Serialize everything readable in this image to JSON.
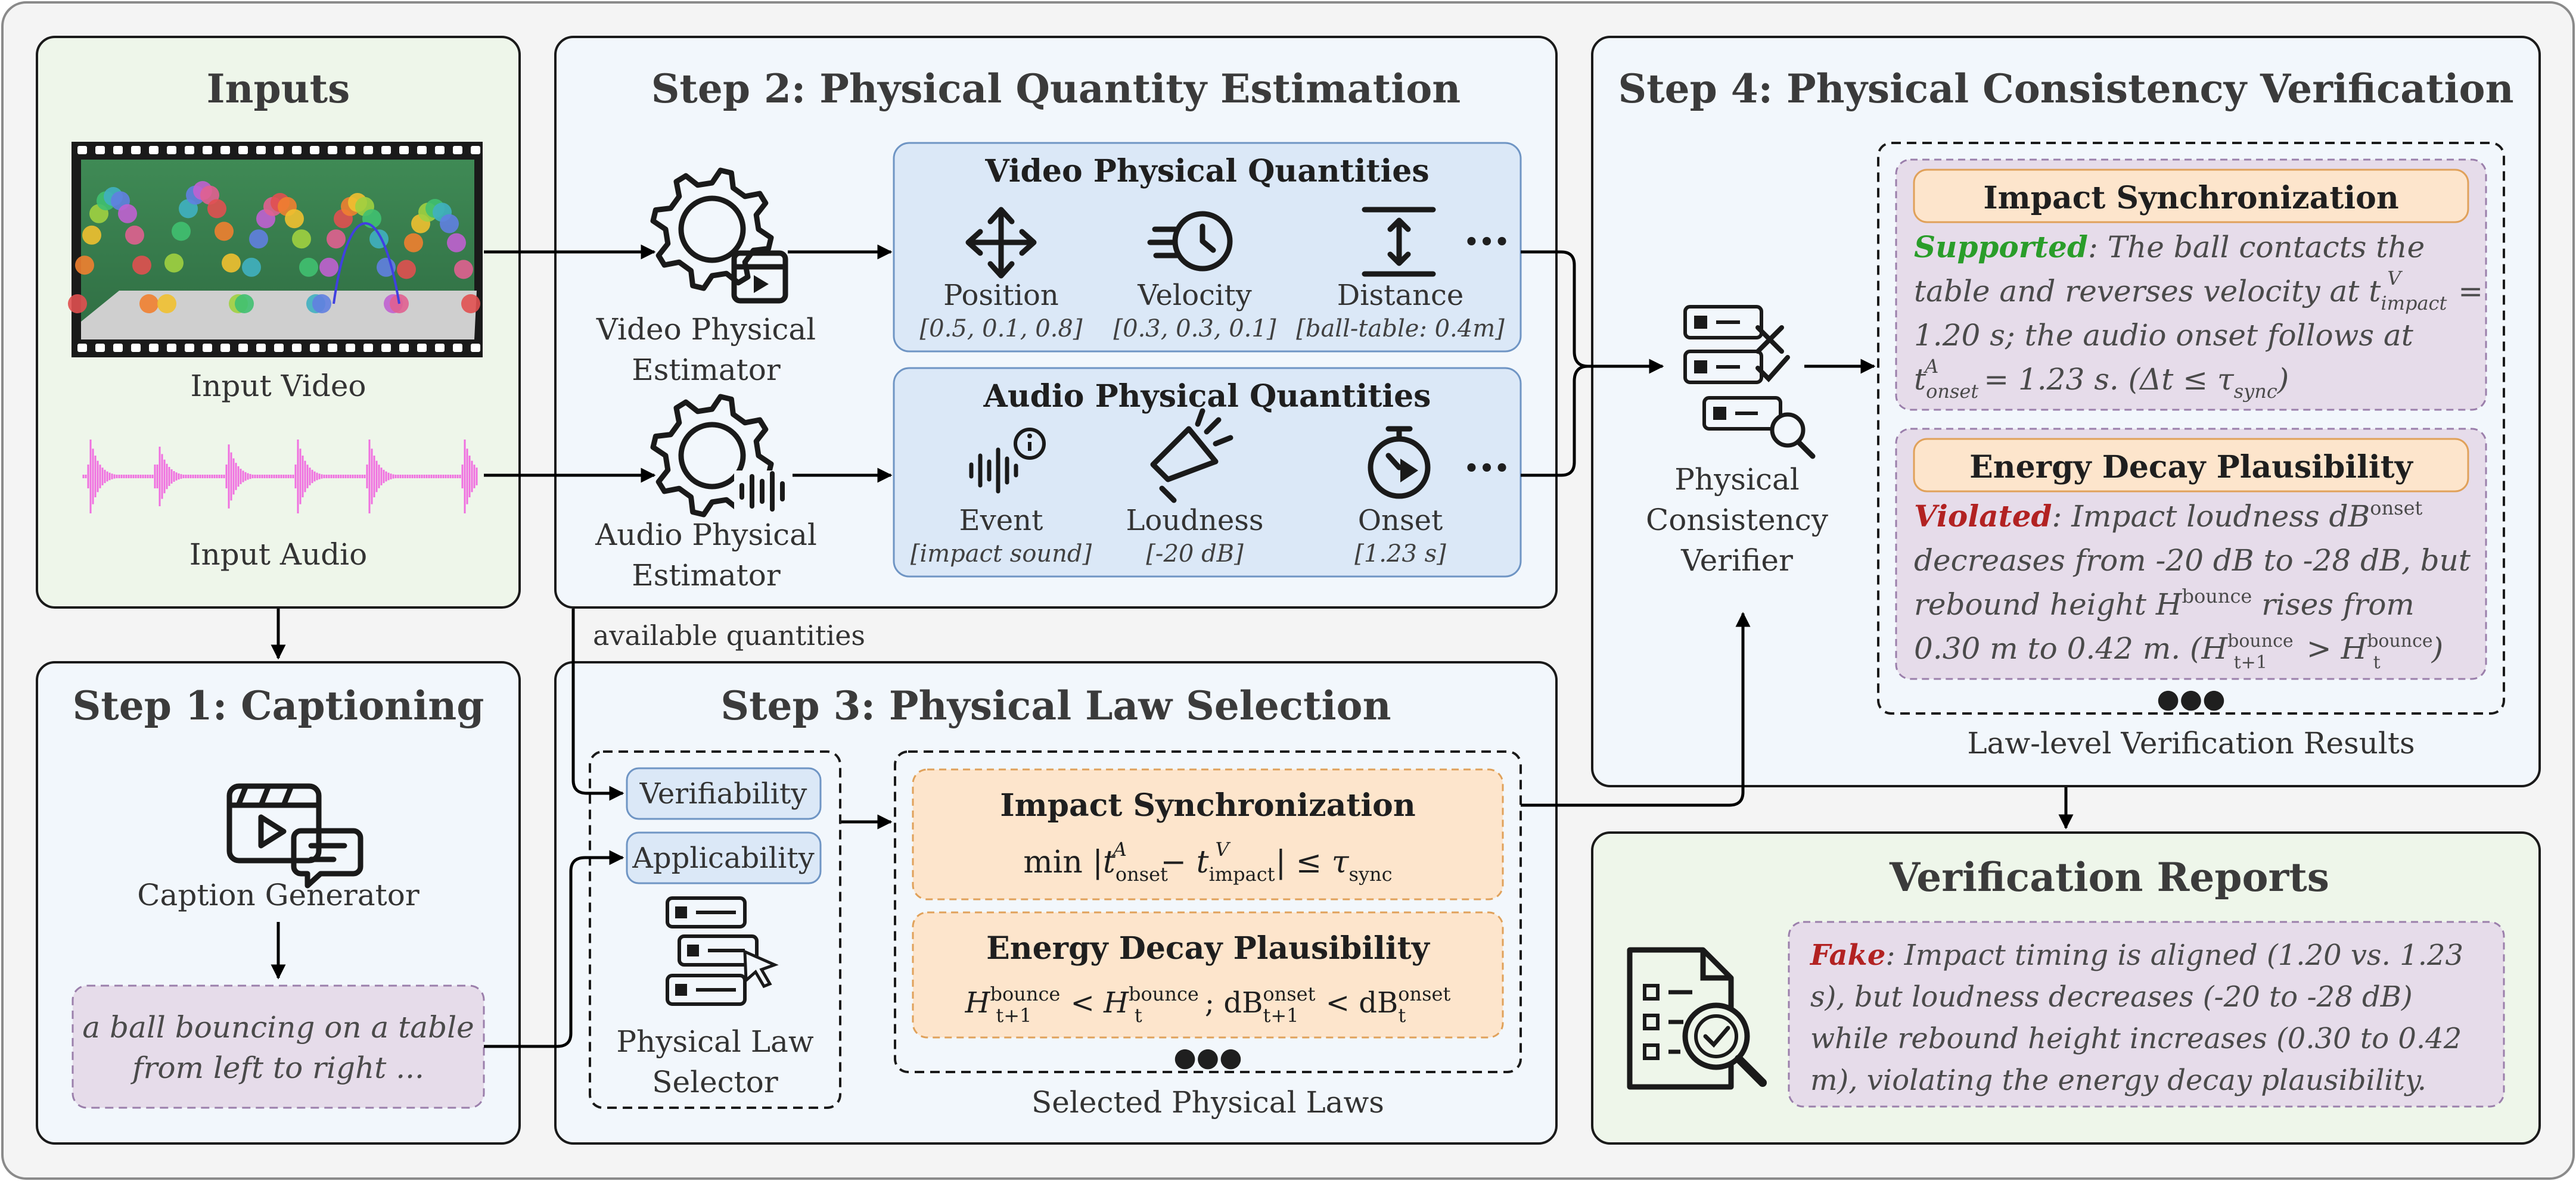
{
  "inputs": {
    "title": "Inputs",
    "video_label": "Input Video",
    "audio_label": "Input Audio"
  },
  "step1": {
    "title": "Step 1: Captioning",
    "generator_label": "Caption Generator",
    "caption_line1": "a ball bouncing on a table",
    "caption_line2": "from left to right ..."
  },
  "step2": {
    "title": "Step 2: Physical Quantity Estimation",
    "video_estimator": [
      "Video Physical",
      "Estimator"
    ],
    "audio_estimator": [
      "Audio Physical",
      "Estimator"
    ],
    "video_quantities": {
      "title": "Video Physical Quantities",
      "items": [
        {
          "name": "Position",
          "value": "[0.5, 0.1, 0.8]",
          "icon": "move-arrows-icon"
        },
        {
          "name": "Velocity",
          "value": "[0.3, 0.3, 0.1]",
          "icon": "speed-clock-icon"
        },
        {
          "name": "Distance",
          "value": "[ball-table: 0.4m]",
          "icon": "distance-icon"
        }
      ],
      "more": "•••"
    },
    "audio_quantities": {
      "title": "Audio Physical Quantities",
      "items": [
        {
          "name": "Event",
          "value": "[impact sound]",
          "icon": "sound-wave-info-icon"
        },
        {
          "name": "Loudness",
          "value": "[-20 dB]",
          "icon": "megaphone-icon"
        },
        {
          "name": "Onset",
          "value": "[1.23 s]",
          "icon": "timer-play-icon"
        }
      ],
      "more": "•••"
    },
    "available_quantities": "available quantities"
  },
  "step3": {
    "title": "Step 3: Physical Law Selection",
    "verifiability": "Verifiability",
    "applicability": "Applicability",
    "selector_label": [
      "Physical Law",
      "Selector"
    ],
    "law1_title": "Impact Synchronization",
    "law2_title": "Energy Decay Plausibility",
    "more": "●●●",
    "selected_label": "Selected Physical Laws"
  },
  "step4": {
    "title": "Step 4: Physical Consistency Verification",
    "verifier_label": [
      "Physical",
      "Consistency",
      "Verifier"
    ],
    "result1": {
      "title": "Impact Synchronization",
      "status": "Supported",
      "lines": [
        ": The ball contacts the",
        "table and reverses velocity at ",
        "1.20 s; the audio onset follows at",
        " = 1.23 s. (Δt ≤ τ",
        ")"
      ]
    },
    "result2": {
      "title": "Energy Decay Plausibility",
      "status": "Violated",
      "lines": [
        ": Impact loudness dB",
        "decreases from -20 dB to -28 dB, but",
        "rebound height ",
        " rises from",
        "0.30 m to 0.42 m. ("
      ]
    },
    "more": "●●●",
    "results_label": "Law-level Verification Results"
  },
  "reports": {
    "title": "Verification Reports",
    "status": "Fake",
    "lines": [
      ": Impact timing is aligned (1.20 vs. 1.23",
      "s), but loudness decreases (-20 to -28 dB)",
      "while rebound height increases (0.30 to 0.42",
      "m), violating the energy decay plausibility."
    ]
  },
  "colors": {
    "inputs_bg": "#eef6ea",
    "step_bg": "#f2f7fc",
    "quantity_box": "#dbe8f7",
    "law_box": "#fde5cc",
    "result_box": "#e6dcea",
    "reports_bg": "#eef6ea"
  }
}
